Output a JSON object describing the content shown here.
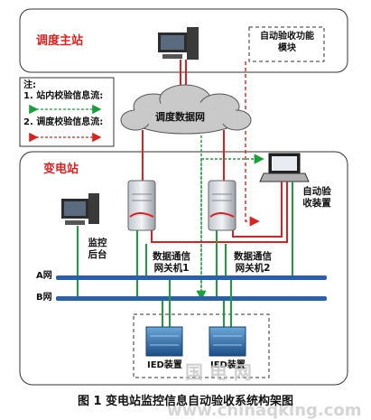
{
  "master_station": {
    "title": "调度主站",
    "verify_module": [
      "自动验收功能",
      "模块"
    ]
  },
  "legend": {
    "heading": "注:",
    "item1": "1. 站内校验信息流:",
    "item2": "2. 调度校验信息流:",
    "item1_color": "#1aa03a",
    "item2_color": "#e02020"
  },
  "network": {
    "label": "调度数据网"
  },
  "substation": {
    "title": "变电站",
    "monitor": [
      "监控",
      "后台"
    ],
    "gateway1": [
      "数据通信",
      "网关机1"
    ],
    "gateway2": [
      "数据通信",
      "网关机2"
    ],
    "checker": [
      "自动验",
      "收装置"
    ],
    "net_a": "A网",
    "net_b": "B网",
    "ied1": "IED装置",
    "ied2": "IED装置"
  },
  "caption": "图 1  变电站监控信息自动验收系统构架图",
  "watermark": {
    "line1": "国 电 网",
    "line2": "www.chinaqking.com"
  },
  "colors": {
    "red": "#e02020",
    "green": "#1aa03a",
    "bus": "#2a5faa"
  }
}
